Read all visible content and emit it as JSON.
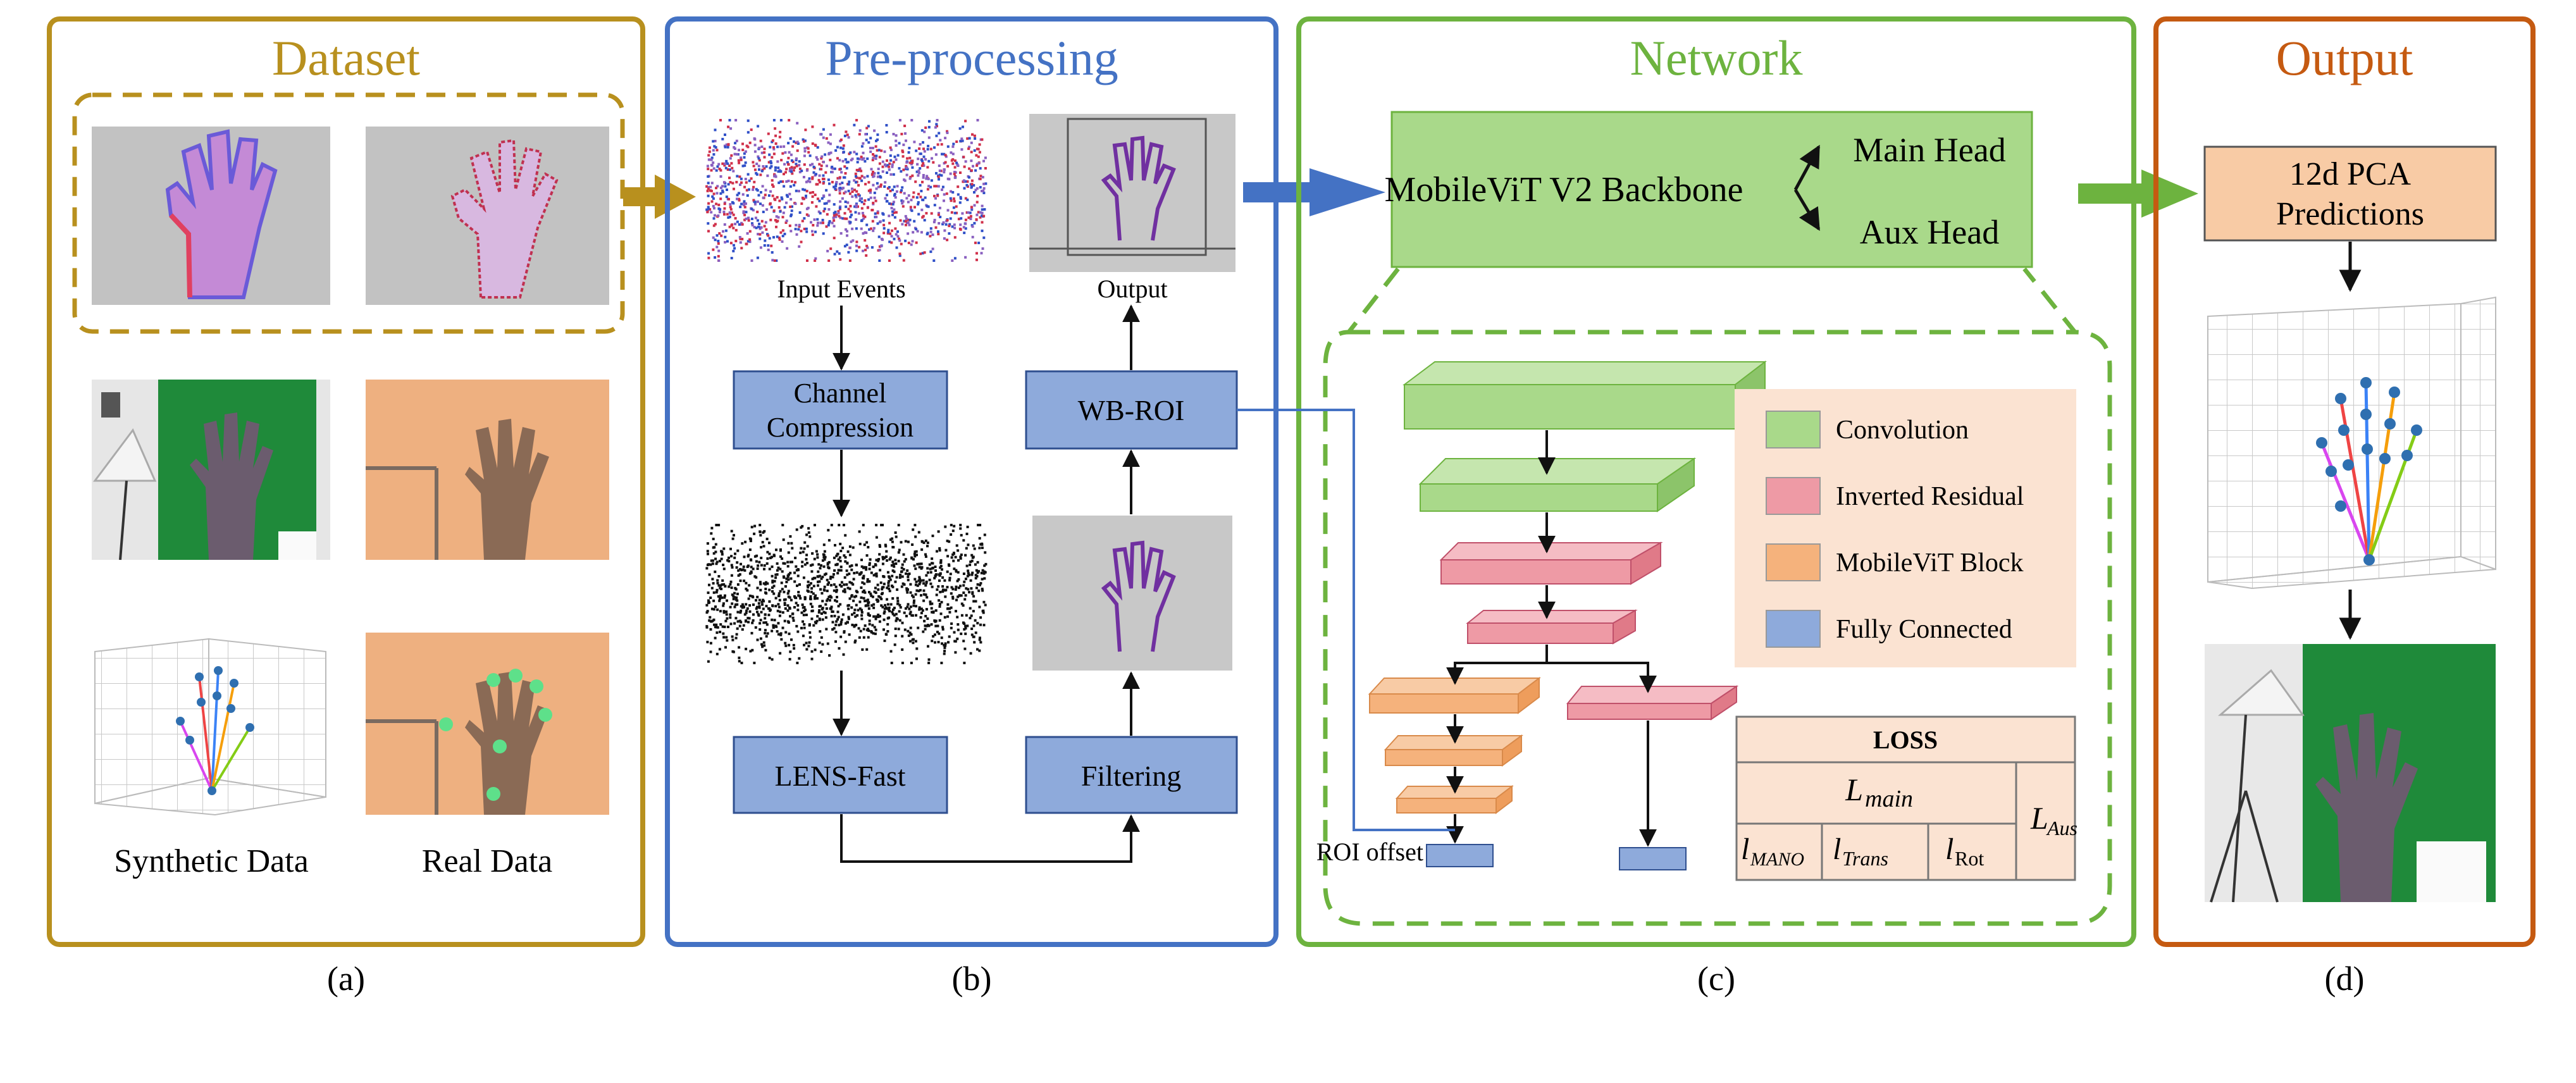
{
  "panels": {
    "dataset": {
      "title": "Dataset",
      "synthetic_label": "Synthetic Data",
      "real_label": "Real Data",
      "caption": "(a)",
      "color": "#b8901e"
    },
    "preprocessing": {
      "title": "Pre-processing",
      "input_events": "Input Events",
      "output": "Output",
      "channel_compression_1": "Channel",
      "channel_compression_2": "Compression",
      "wb_roi": "WB-ROI",
      "lens_fast": "LENS-Fast",
      "filtering": "Filtering",
      "caption": "(b)",
      "color": "#4472c4"
    },
    "network": {
      "title": "Network",
      "backbone": "MobileViT V2 Backbone",
      "main_head": "Main Head",
      "aux_head": "Aux  Head",
      "roi_offset": "ROI offset",
      "caption": "(c)",
      "color": "#6db33f",
      "legend": [
        {
          "label": "Convolution",
          "color": "#a9d98a"
        },
        {
          "label": "Inverted Residual",
          "color": "#ee9aa5"
        },
        {
          "label": "MobileViT Block",
          "color": "#f5b27c"
        },
        {
          "label": "Fully Connected",
          "color": "#8eaadb"
        }
      ],
      "loss": {
        "title": "LOSS",
        "main": "L",
        "main_sub": "main",
        "aux": "L",
        "aux_sub": "Aus",
        "mano": "l",
        "mano_sub": "MANO",
        "trans": "l",
        "trans_sub": "Trans",
        "rot": "l",
        "rot_sub": "Rot"
      }
    },
    "output": {
      "title": "Output",
      "pca_1": "12d PCA",
      "pca_2": "Predictions",
      "caption": "(d)",
      "color": "#c55a11"
    }
  }
}
